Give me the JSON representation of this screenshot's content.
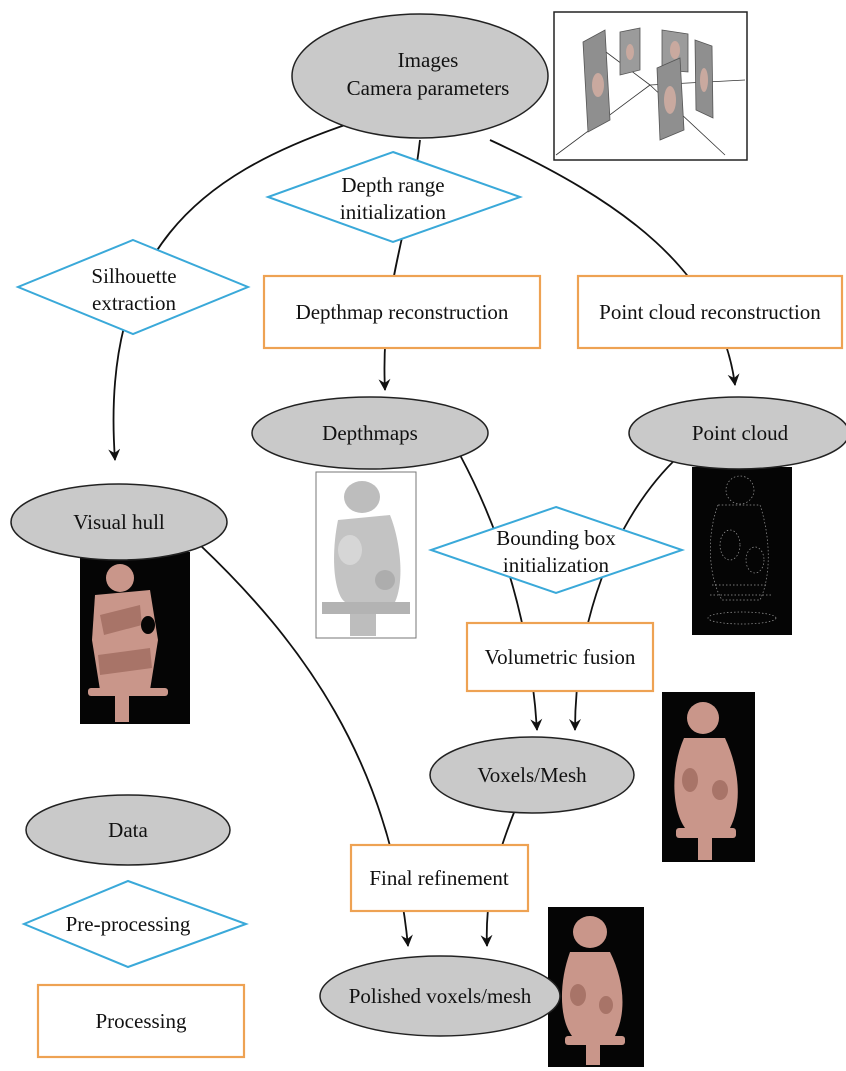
{
  "data_nodes": {
    "images": [
      "Images",
      "Camera parameters"
    ],
    "depthmaps": "Depthmaps",
    "point_cloud": "Point cloud",
    "visual_hull": "Visual hull",
    "voxels_mesh": "Voxels/Mesh",
    "polished": "Polished voxels/mesh"
  },
  "preprocessing_nodes": {
    "depth_range": [
      "Depth range",
      "initialization"
    ],
    "silhouette": [
      "Silhouette",
      "extraction"
    ],
    "bounding_box": [
      "Bounding box",
      "initialization"
    ]
  },
  "processing_nodes": {
    "depthmap_reconstruction": "Depthmap reconstruction",
    "point_cloud_reconstruction": "Point cloud reconstruction",
    "volumetric_fusion": "Volumetric fusion",
    "final_refinement": "Final refinement"
  },
  "legend": {
    "data": "Data",
    "preprocessing": "Pre-processing",
    "processing": "Processing"
  },
  "colors": {
    "data_fill": "#c9c9c9",
    "preprocessing_stroke": "#3aa9d9",
    "processing_stroke": "#eea253"
  }
}
